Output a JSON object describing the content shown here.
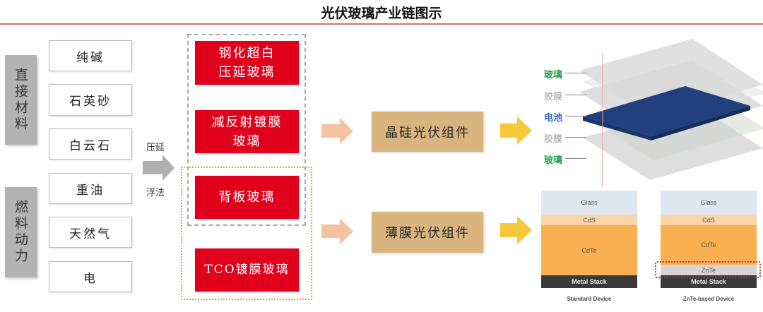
{
  "title": "光伏玻璃产业链图示",
  "categories": {
    "direct": "直接材料",
    "fuel": "燃料动力"
  },
  "materials": [
    "纯碱",
    "石英砂",
    "白云石",
    "重油",
    "天然气",
    "电"
  ],
  "process": {
    "top": "压延",
    "bottom": "浮法"
  },
  "glass_types": [
    "钢化超白\n压延玻璃",
    "减反射镀膜\n玻璃",
    "背板玻璃",
    "TCO镀膜玻璃"
  ],
  "modules": [
    "晶硅光伏组件",
    "薄膜光伏组件"
  ],
  "layers": [
    {
      "label": "玻璃",
      "color": "#1aa04a"
    },
    {
      "label": "胶膜",
      "color": "#999999"
    },
    {
      "label": "电池",
      "color": "#2f5fb8"
    },
    {
      "label": "胶膜",
      "color": "#999999"
    },
    {
      "label": "玻璃",
      "color": "#1aa04a"
    }
  ],
  "devices": [
    {
      "caption": "Standard Device",
      "layers": [
        "Glass",
        "CdS",
        "CdTe",
        "Metal Stack"
      ]
    },
    {
      "caption": "ZnTe-based Device",
      "layers": [
        "Glass",
        "CdS",
        "CdTe",
        "ZnTe",
        "Metal Stack"
      ]
    }
  ]
}
